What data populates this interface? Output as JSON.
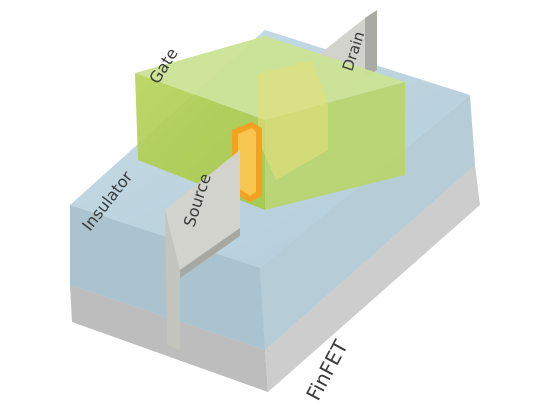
{
  "labels": {
    "gate": "Gate",
    "drain": "Drain",
    "source": "Source",
    "insulator": "Insulator",
    "title": "FinFET"
  },
  "colors": {
    "substrate_top": "#dcdcdc",
    "substrate_front": "#b9b9b9",
    "substrate_side": "#cfcfcf",
    "insulator_top": "#bfd6e1",
    "insulator_front": "#aac4d1",
    "gate_top": "#cde597",
    "gate_front": "#aecf4a",
    "gate_side": "#b9d770",
    "fin": "#d2d2cc",
    "fin_edge": "#a9a9a4",
    "channel": "#f3a523",
    "text": "#3a3a3a"
  }
}
